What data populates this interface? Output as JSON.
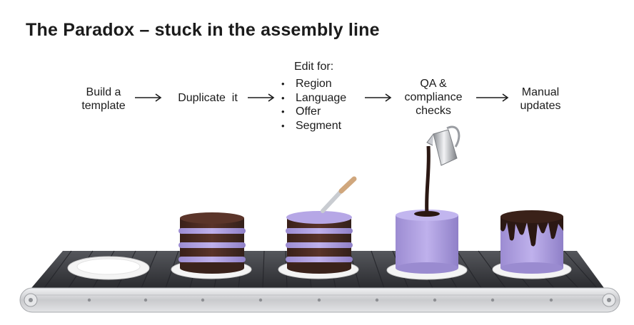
{
  "title": "The Paradox – stuck in the assembly line",
  "steps": {
    "build": [
      "Build a",
      "template"
    ],
    "duplicate": "Duplicate  it",
    "edit": {
      "heading": "Edit for:",
      "items": [
        "Region",
        "Language",
        "Offer",
        "Segment"
      ]
    },
    "qa": [
      "QA &",
      "compliance",
      "checks"
    ],
    "manual": [
      "Manual",
      "updates"
    ]
  },
  "colors": {
    "text": "#1b1b1b",
    "belt": "#3a3b3f",
    "belt_frame": "#d6d7da",
    "sponge": "#4a2a22",
    "cream": "#a99ad6",
    "glaze": "#b7a6e6",
    "chocolate": "#2b1813"
  },
  "icons": [
    "arrow-right-icon",
    "conveyor-belt",
    "plate",
    "layer-cake",
    "spatula",
    "pitcher",
    "drip-cake"
  ]
}
